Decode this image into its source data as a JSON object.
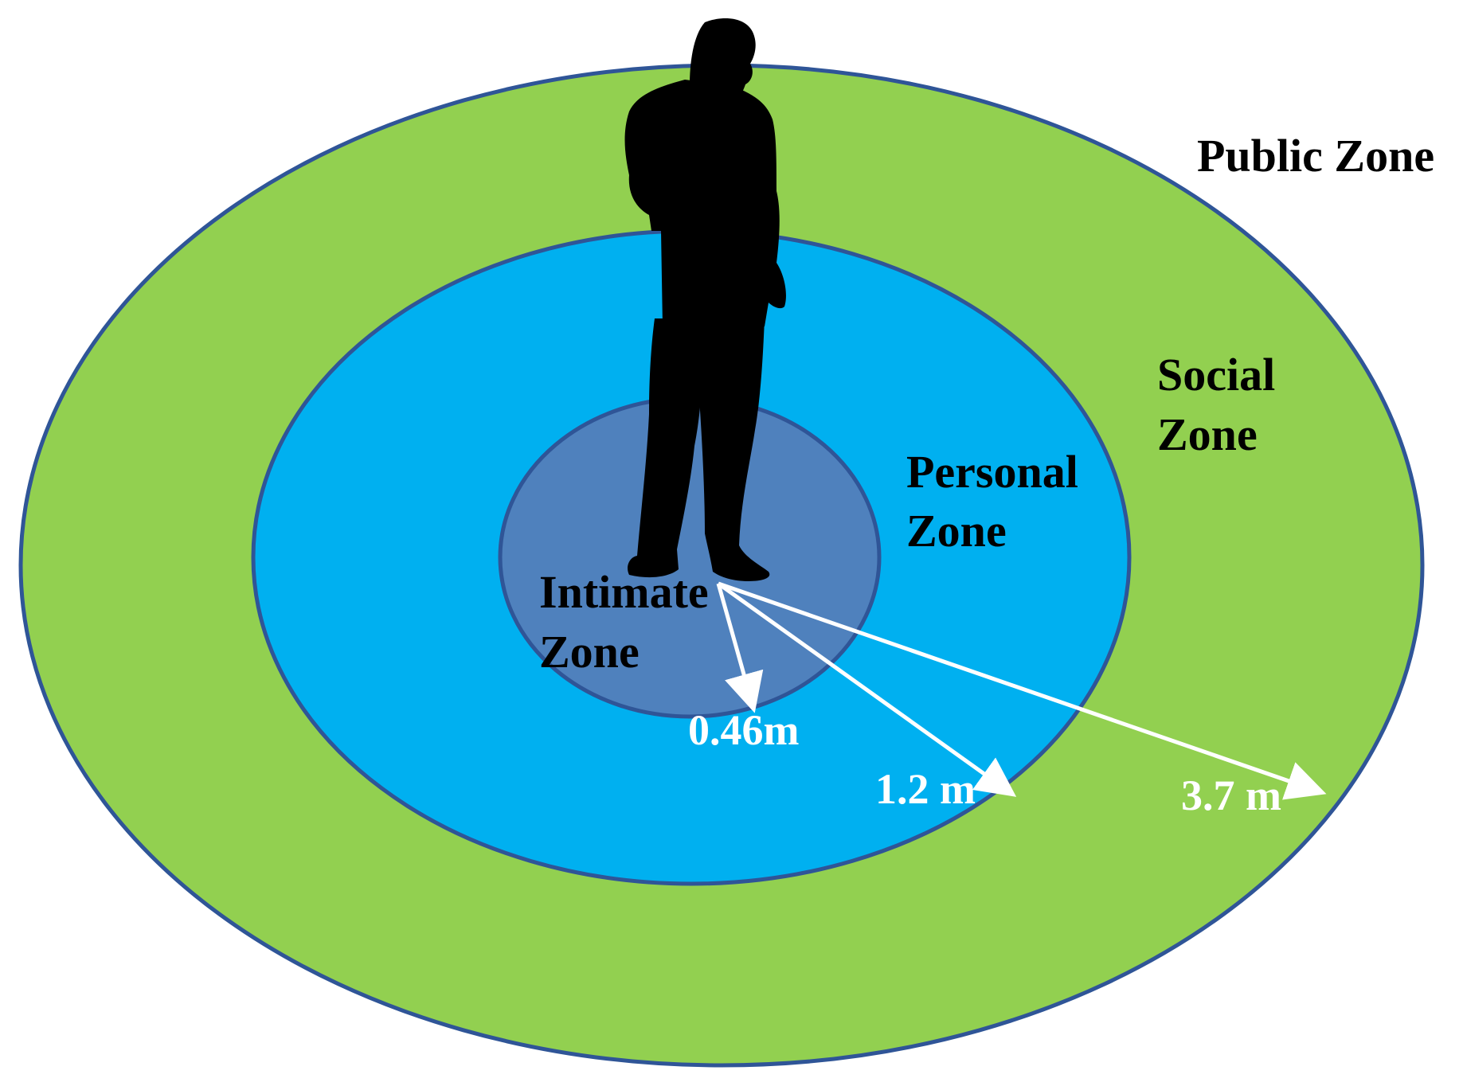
{
  "zones": {
    "public": {
      "label": "Public Zone"
    },
    "social": {
      "label_line1": "Social",
      "label_line2": "Zone",
      "fill": "#92d050"
    },
    "personal": {
      "label_line1": "Personal",
      "label_line2": "Zone",
      "fill": "#00b0f0"
    },
    "intimate": {
      "label_line1": "Intimate",
      "label_line2": "Zone",
      "fill": "#4f81bd"
    }
  },
  "distances": {
    "intimate": "0.46m",
    "personal": "1.2 m",
    "social": "3.7 m"
  },
  "colors": {
    "outline": "#2f5597",
    "arrow": "#ffffff",
    "silhouette": "#000000"
  }
}
